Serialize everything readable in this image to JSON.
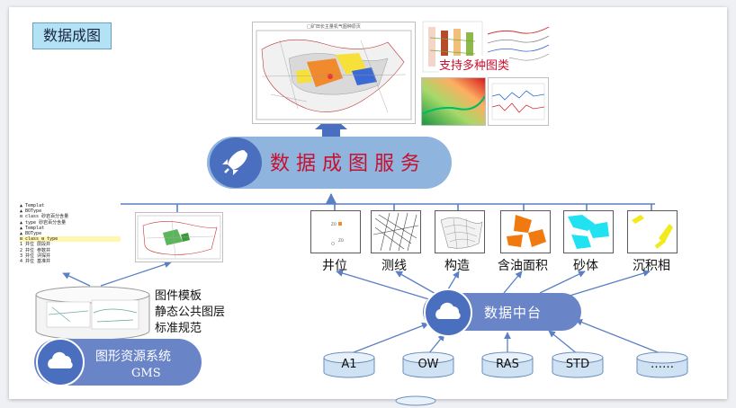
{
  "title": "数据成图",
  "service": {
    "label": "数据成图服务",
    "icon": "rocket-icon"
  },
  "chart_types": {
    "label": "支持多种图类"
  },
  "main_map": {
    "caption": "□矿田长主量机气图种原页"
  },
  "outputs": [
    {
      "label": "井位"
    },
    {
      "label": "测线"
    },
    {
      "label": "构造"
    },
    {
      "label": "含油面积"
    },
    {
      "label": "砂体"
    },
    {
      "label": "沉积相"
    }
  ],
  "hub": {
    "label": "数据中台",
    "icon": "cloud-icon"
  },
  "sources": [
    "A1",
    "OW",
    "RAS",
    "STD",
    "……"
  ],
  "gms": {
    "line1": "图形资源系统",
    "line2": "GMS",
    "icon": "cloud-icon"
  },
  "resources": [
    "图件模板",
    "静态公共图层",
    "标准规范"
  ],
  "tree": {
    "rows": [
      "▲ Templat",
      "  ▲ BOType",
      "    ⊟ class 砂岩百分含量",
      "    ▲ type 砂岩百分含量",
      "▲ Templat",
      "  ▲ BOType",
      "    ⊟ class ⊟ type",
      "  1 井位   层段井",
      "  2 井位   参数井",
      "  3 井位   评探井",
      "  4 井位   基准井"
    ]
  },
  "colors": {
    "service_pill": "#8fb4dd",
    "service_text": "#c8102e",
    "accent_blue": "#4a6fbf",
    "pill_blue": "#6a84c8",
    "arrow": "#5b7fc4",
    "cylinder_fill": "#cfe2f3",
    "cylinder_top": "#e8f1fa",
    "cylinder_stroke": "#6a8fbf",
    "title_box": "#b3e2f5"
  }
}
